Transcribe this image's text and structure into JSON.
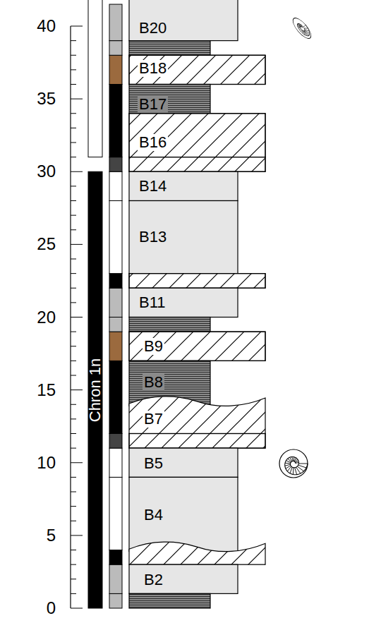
{
  "diagram": {
    "nodes": [
      {
        "text": [
          "Chron 1n"
        ]
      },
      {
        "text": [
          "B20"
        ]
      },
      {
        "text": [
          "B18"
        ]
      },
      {
        "text": [
          "B17"
        ]
      },
      {
        "text": [
          "B16"
        ]
      },
      {
        "text": [
          "B14"
        ]
      },
      {
        "text": [
          "B13"
        ]
      },
      {
        "text": [
          "B11"
        ]
      },
      {
        "text": [
          "B9"
        ]
      },
      {
        "text": [
          "B8"
        ]
      },
      {
        "text": [
          "B7"
        ]
      },
      {
        "text": [
          "B5"
        ]
      },
      {
        "text": [
          "B4"
        ]
      },
      {
        "text": [
          "B2"
        ]
      }
    ],
    "labels": [
      "40",
      "35",
      "30",
      "25",
      "20",
      "15",
      "10",
      "5",
      "0"
    ]
  }
}
